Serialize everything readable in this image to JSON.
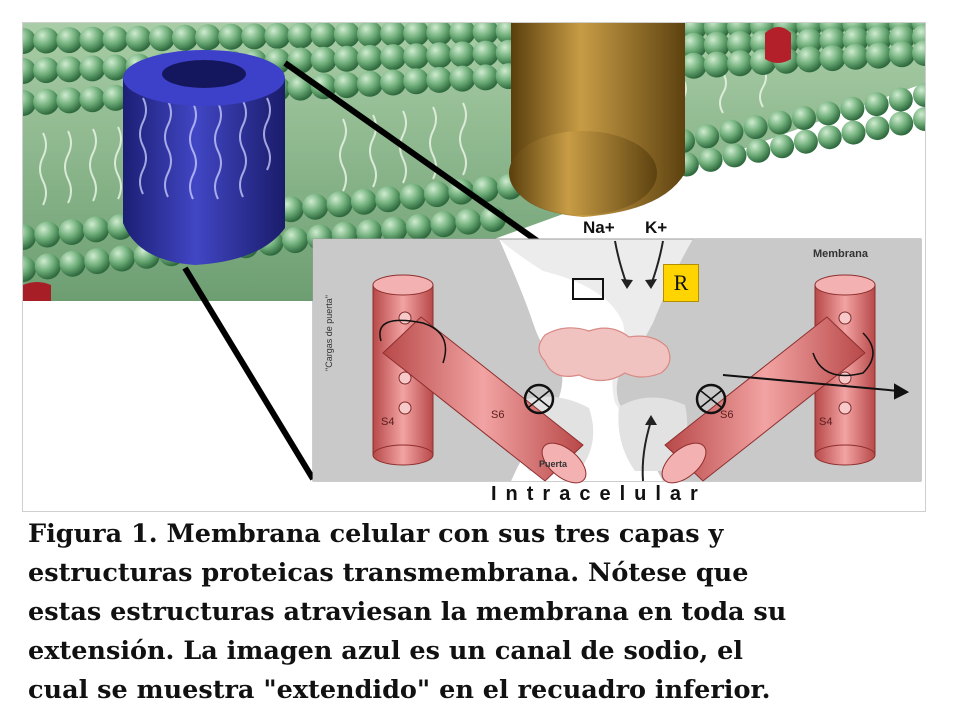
{
  "diagram": {
    "ion_na": "Na+",
    "ion_k": "K+",
    "label_membrane": "Membrana",
    "label_gate": "Puerta",
    "label_gate_charges": "\"Cargas de puerta\"",
    "label_intracellular": "Intracelular",
    "segments": [
      "S4",
      "S6",
      "S6",
      "S4"
    ],
    "marker": "R",
    "colors": {
      "lipid_head": "#5e9e6c",
      "channel_blue": "#2b2f9a",
      "protein_gold": "#9c7420",
      "helix_red": "#e07d7d",
      "marker_yellow": "#ffd400"
    }
  },
  "caption": {
    "lines": [
      "Figura 1. Membrana celular con sus tres capas y",
      "estructuras proteicas transmembrana. Nótese que",
      "estas estructuras atraviesan la membrana en toda su",
      "extensión. La imagen azul es un canal de sodio, el",
      "cual se muestra \"extendido\" en el recuadro inferior."
    ]
  }
}
